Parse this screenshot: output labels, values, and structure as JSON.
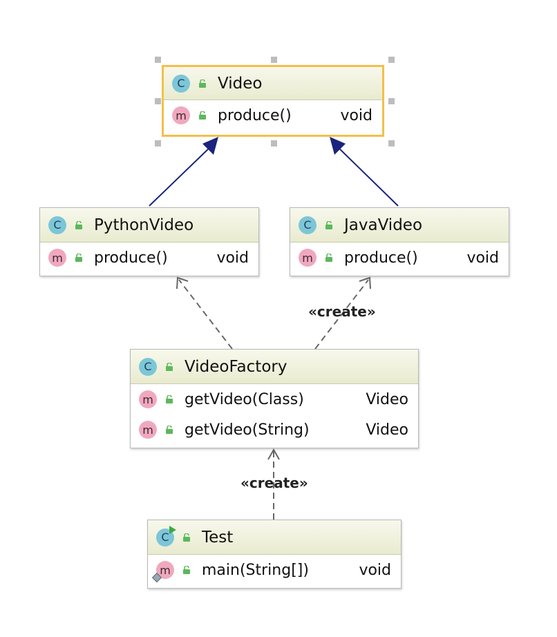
{
  "diagram": {
    "classes": {
      "video": {
        "name": "Video",
        "methods": [
          {
            "name": "produce()",
            "type": "void"
          }
        ]
      },
      "python_video": {
        "name": "PythonVideo",
        "methods": [
          {
            "name": "produce()",
            "type": "void"
          }
        ]
      },
      "java_video": {
        "name": "JavaVideo",
        "methods": [
          {
            "name": "produce()",
            "type": "void"
          }
        ]
      },
      "video_factory": {
        "name": "VideoFactory",
        "methods": [
          {
            "name": "getVideo(Class)",
            "type": "Video"
          },
          {
            "name": "getVideo(String)",
            "type": "Video"
          }
        ]
      },
      "test": {
        "name": "Test",
        "methods": [
          {
            "name": "main(String[])",
            "type": "void"
          }
        ]
      }
    },
    "relations": [
      {
        "kind": "inheritance",
        "from": "PythonVideo",
        "to": "Video"
      },
      {
        "kind": "inheritance",
        "from": "JavaVideo",
        "to": "Video"
      },
      {
        "kind": "dependency",
        "from": "VideoFactory",
        "to": "PythonVideo"
      },
      {
        "kind": "dependency",
        "from": "VideoFactory",
        "to": "JavaVideo",
        "label": "«create»"
      },
      {
        "kind": "dependency",
        "from": "Test",
        "to": "VideoFactory",
        "label": "«create»"
      }
    ],
    "icons": {
      "class": "C",
      "method": "m"
    },
    "colors": {
      "selection": "#f2c04a",
      "inheritance_arrow": "#1a237e",
      "dependency_arrow": "#666666",
      "class_icon": "#7cc6d8",
      "method_icon": "#f0a8bf",
      "header": "#eceed6"
    }
  }
}
